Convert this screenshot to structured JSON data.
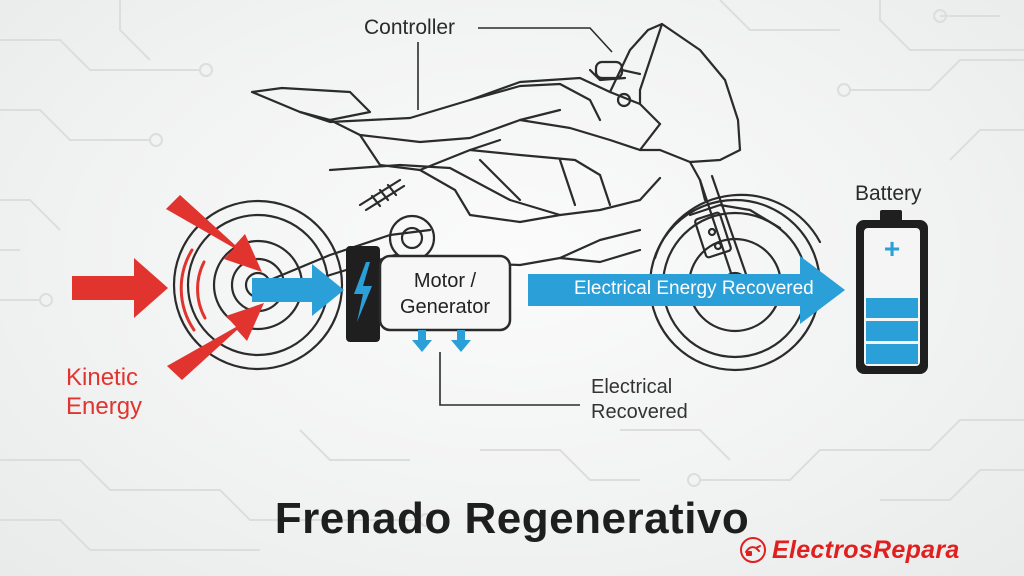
{
  "diagram": {
    "title": "Frenado Regenerativo",
    "labels": {
      "controller": "Controller",
      "battery": "Battery",
      "kinetic_line1": "Kinetic",
      "kinetic_line2": "Energy",
      "motor_line1": "Motor /",
      "motor_line2": "Generator",
      "electrical_flow": "Electrical Energy Recovered",
      "electrical_line1": "Electrical",
      "electrical_line2": "Recovered",
      "battery_plus": "+"
    },
    "battery_charge_segments_filled": 3,
    "battery_charge_segments_total": 3
  },
  "brand": {
    "name": "ElectrosRepara",
    "color": "#e0201f",
    "logo_icon": "electric-plug-logo-icon"
  },
  "colors": {
    "kinetic_red": "#e1342f",
    "energy_blue": "#2a9fd8",
    "outline": "#2b2b2b"
  }
}
